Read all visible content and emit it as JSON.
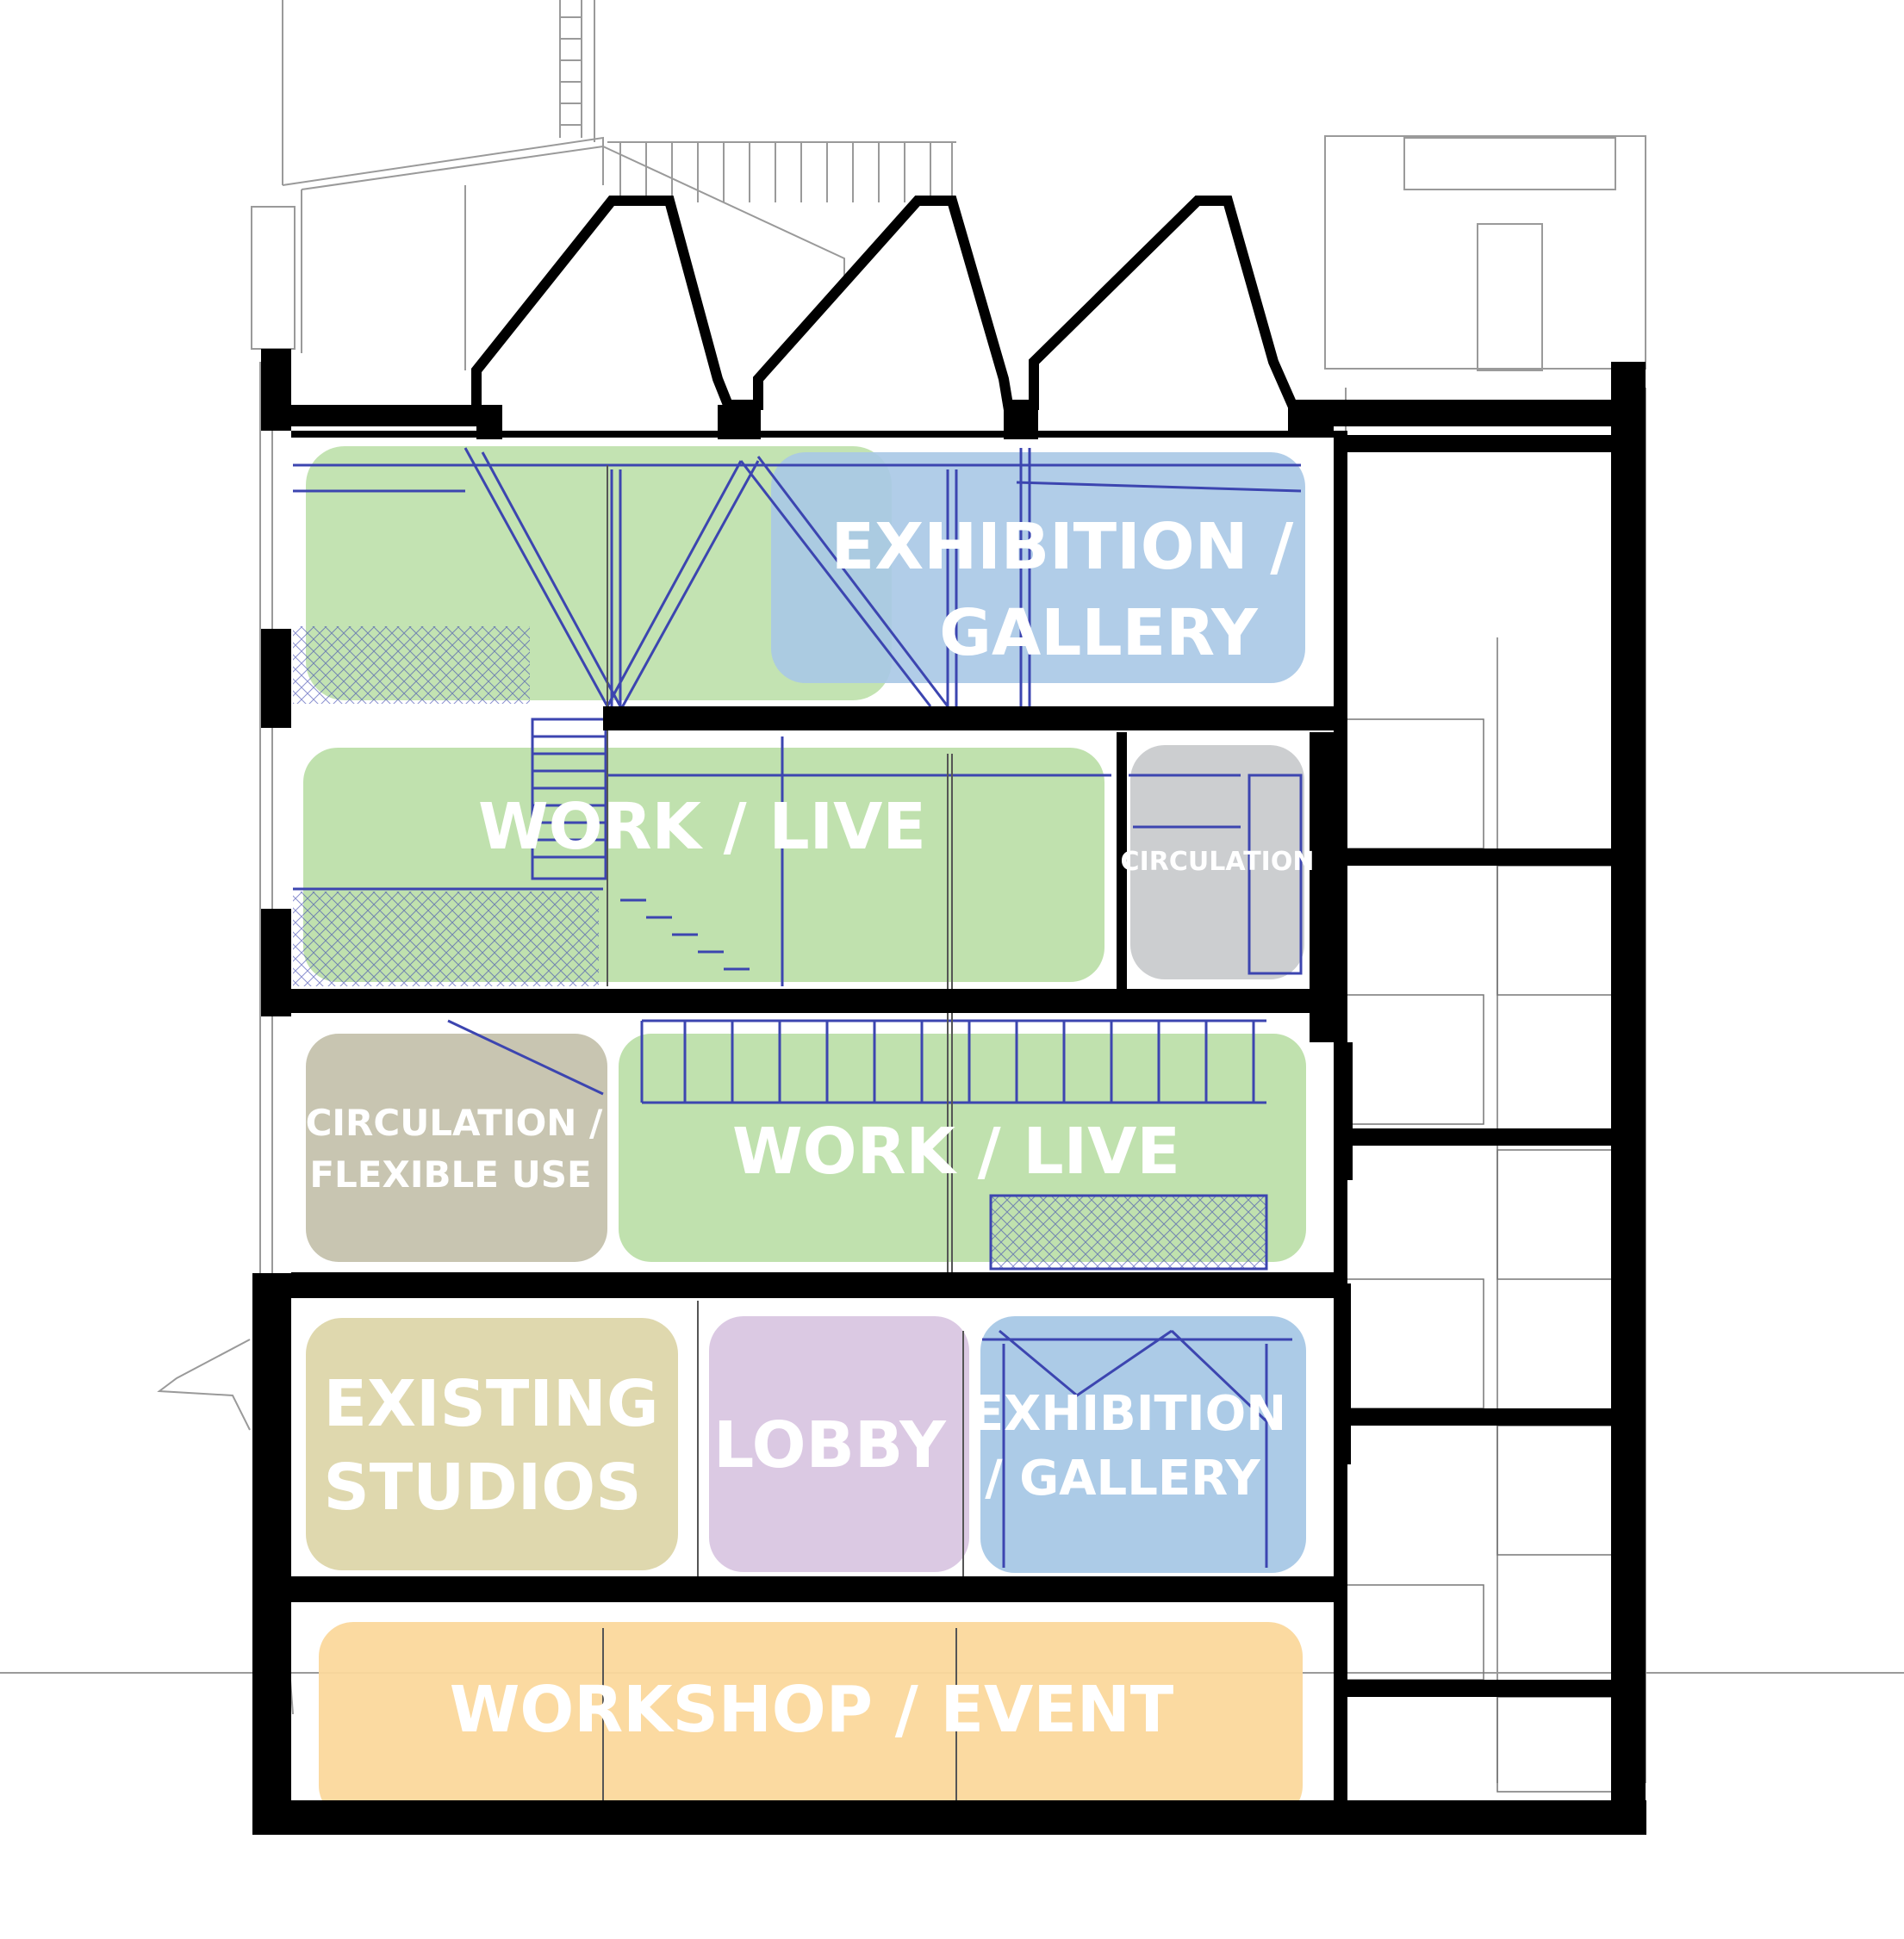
{
  "diagram": {
    "kind": "building section",
    "zones": [
      {
        "id": "exhibition-top",
        "lines": [
          "EXHIBITION /",
          "GALLERY"
        ],
        "color": "#a8c8e6"
      },
      {
        "id": "work-live-top-left",
        "lines": [],
        "color": "#b9dea5"
      },
      {
        "id": "work-live-upper",
        "lines": [
          "WORK / LIVE"
        ],
        "color": "#b9dea5"
      },
      {
        "id": "circulation-upper",
        "lines": [
          "CIRCULATION"
        ],
        "color": "#c9cbcd"
      },
      {
        "id": "circulation-flexible",
        "lines": [
          "CIRCULATION /",
          "FLEXIBLE USE"
        ],
        "color": "#c2bfa8"
      },
      {
        "id": "work-live-lower",
        "lines": [
          "WORK / LIVE"
        ],
        "color": "#b9dea5"
      },
      {
        "id": "existing-studios",
        "lines": [
          "EXISTING",
          "STUDIOS"
        ],
        "color": "#ddd6aa"
      },
      {
        "id": "lobby",
        "lines": [
          "LOBBY"
        ],
        "color": "#d9c6e1"
      },
      {
        "id": "exhibition-ground",
        "lines": [
          "EXHIBITION",
          "/ GALLERY"
        ],
        "color": "#a8c8e6"
      },
      {
        "id": "workshop-event",
        "lines": [
          "WORKSHOP / EVENT"
        ],
        "color": "#fbd89c"
      }
    ],
    "colors": {
      "wall": "#000000",
      "structure": "#3c45b0",
      "context_line": "#9a9a9a"
    }
  }
}
